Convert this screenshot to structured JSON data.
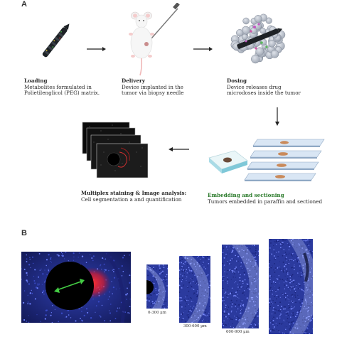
{
  "panel_a": {
    "letter": "A",
    "steps": [
      {
        "title": "Loading",
        "lines": [
          "Metabolites formulated in",
          "Polietilenglicol (PEG)  matrix."
        ]
      },
      {
        "title": "Delivery",
        "lines": [
          "Device implanted in the",
          "tumor via biopsy needle"
        ]
      },
      {
        "title": "Dosing",
        "lines": [
          "Device releases drug",
          "microdoses inside the tumor"
        ]
      },
      {
        "title": "Embedding and sectioning",
        "lines": [
          "Tumors embedded in paraffin and sectioned"
        ]
      },
      {
        "title": "Multiplex staining & Image analysis:",
        "lines": [
          "Cell segmentation a and quantification"
        ]
      }
    ]
  },
  "panel_b": {
    "letter": "B",
    "bands": [
      "0-300 µm",
      "300-600 µm",
      "600-900 µm"
    ]
  },
  "colors": {
    "tissue_blue": "#2b3a9e",
    "drug_red": "#e0202a",
    "arrow_green": "#44cc44",
    "title_green": "#2a7a2a"
  }
}
